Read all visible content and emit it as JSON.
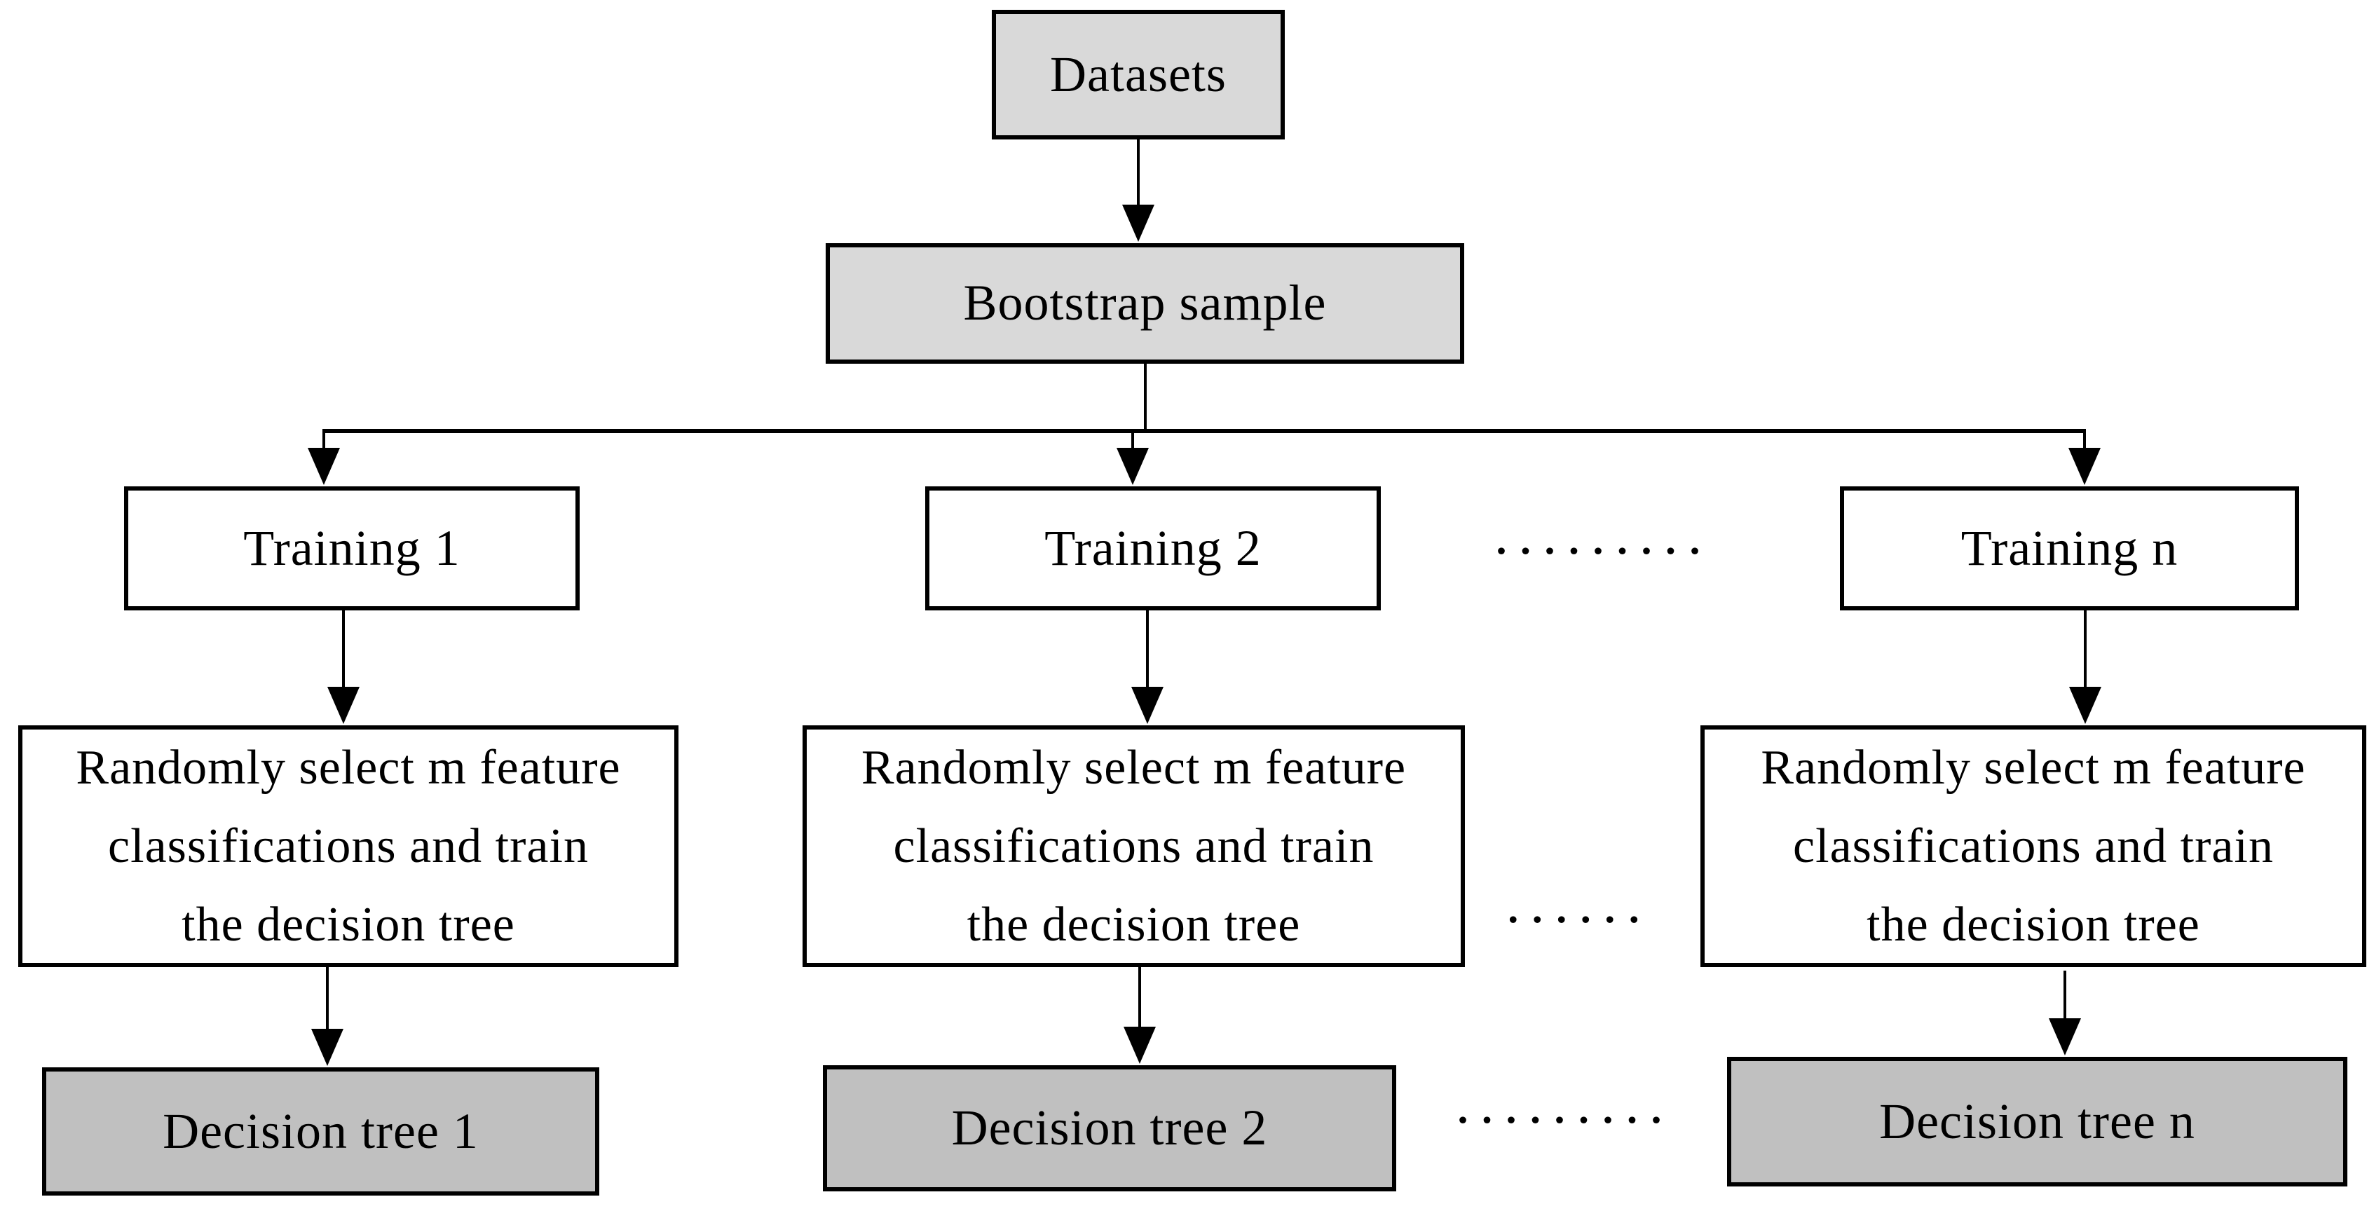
{
  "diagram": {
    "background": "#ffffff",
    "colors": {
      "light_box_fill": "#d9d9d9",
      "dark_box_fill": "#c0c0c0",
      "plain_box_fill": "#ffffff",
      "box_border": "#000000",
      "line_color": "#000000",
      "text_color": "#000000"
    },
    "nodes": {
      "datasets": "Datasets",
      "bootstrap": "Bootstrap sample",
      "training_1": "Training 1",
      "training_2": "Training 2",
      "training_n": "Training n",
      "feature_select": {
        "line1": "Randomly select m feature",
        "line2": "classifications and train",
        "line3": "the decision tree"
      },
      "decision_tree_1": "Decision tree 1",
      "decision_tree_2": "Decision tree 2",
      "decision_tree_n": "Decision tree n"
    },
    "ellipsis": {
      "training_row": ".........",
      "feature_row": "......",
      "decision_row": "........."
    }
  }
}
